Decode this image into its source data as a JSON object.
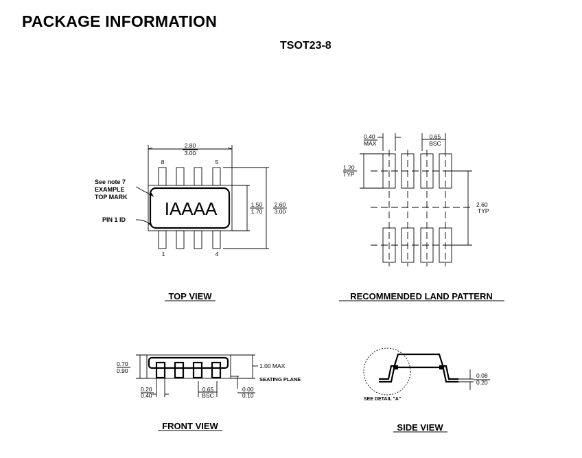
{
  "title": "PACKAGE INFORMATION",
  "package": "TSOT23-8",
  "top_view": {
    "caption": "TOP VIEW",
    "dim_width_min": "2.80",
    "dim_width_max": "3.00",
    "pin_8": "8",
    "pin_5": "5",
    "pin_1": "1",
    "pin_4": "4",
    "note_line1": "See note 7",
    "note_line2": "EXAMPLE",
    "note_line3": "TOP MARK",
    "pin1_id": "PIN 1 ID",
    "top_mark": "IAAAA",
    "dim_body_min": "1.50",
    "dim_body_max": "1.70",
    "dim_total_min": "2.60",
    "dim_total_max": "3.00"
  },
  "land_pattern": {
    "caption": "RECOMMENDED LAND PATTERN",
    "pad_width_val": "0.40",
    "pad_width_tag": "MAX",
    "pitch_val": "0.65",
    "pitch_tag": "BSC",
    "pad_len_val": "1.20",
    "pad_len_tag": "TYP",
    "span_val": "2.60",
    "span_tag": "TYP"
  },
  "front_view": {
    "caption": "FRONT VIEW",
    "height_min": "0.70",
    "height_max": "0.90",
    "max_height": "1.00 MAX",
    "seating_plane": "SEATING PLANE",
    "lead_min": "0.20",
    "lead_max": "0.40",
    "pitch_val": "0.65",
    "pitch_tag": "BSC",
    "standoff_min": "0.00",
    "standoff_max": "0.10"
  },
  "side_view": {
    "caption": "SIDE VIEW",
    "detail_note": "SEE DETAIL \"A\"",
    "lead_thk_min": "0.08",
    "lead_thk_max": "0.20"
  }
}
